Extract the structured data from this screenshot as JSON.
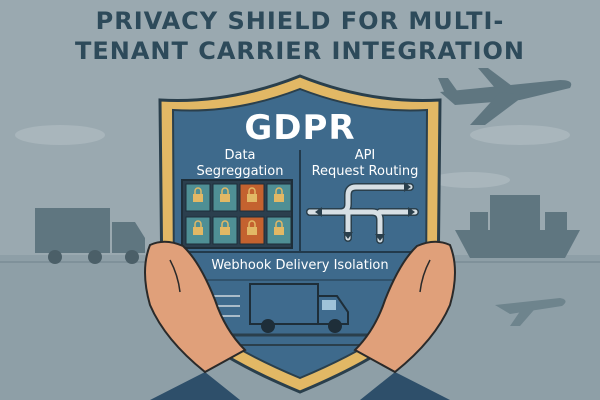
{
  "title": {
    "line1": "PRIVACY SHIELD FOR MULTI-",
    "line2": "TENANT CARRIER INTEGRATION"
  },
  "shield": {
    "heading": "GDPR",
    "left_panel": {
      "line1": "Data",
      "line2": "Segreggation"
    },
    "right_panel": {
      "line1": "API",
      "line2": "Request Routing"
    },
    "bottom_panel": "Webhook Delivery Isolation"
  },
  "colors": {
    "background": "#9aa9b0",
    "title": "#2d4a5a",
    "shield_fill": "#3e6a8c",
    "shield_border": "#e2b865",
    "locks_teal": "#4f8f95",
    "locks_orange": "#c4622f"
  },
  "icons": [
    "airplane-icon",
    "truck-icon",
    "cargo-ship-icon",
    "lock-icon",
    "hands-icon"
  ]
}
